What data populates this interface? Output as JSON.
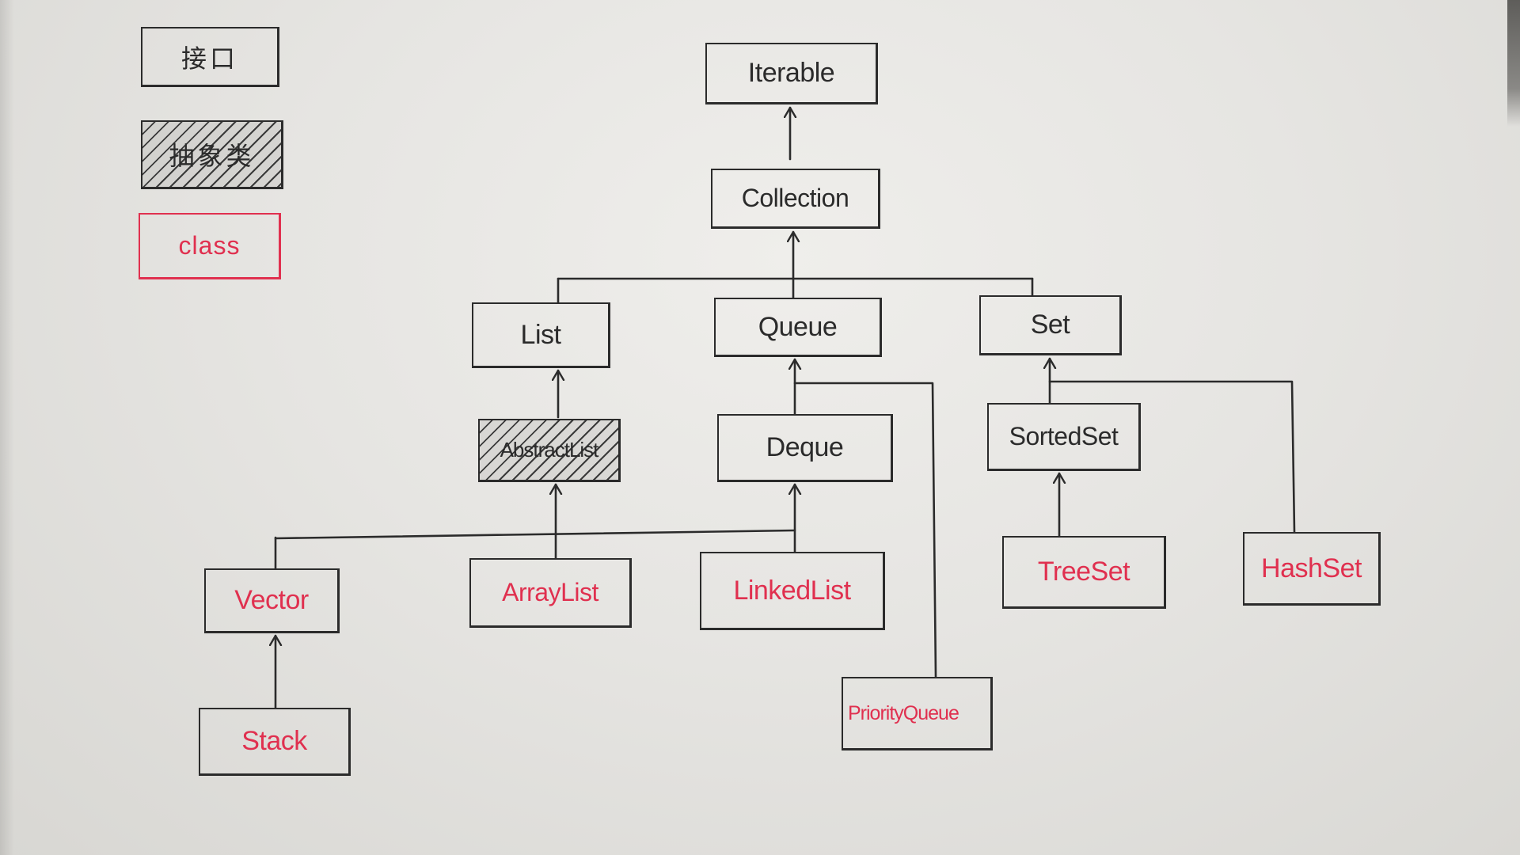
{
  "legend": {
    "interface_label": "接口",
    "abstract_label": "抽象类",
    "class_label": "class"
  },
  "nodes": {
    "iterable": "Iterable",
    "collection": "Collection",
    "list": "List",
    "queue": "Queue",
    "set": "Set",
    "abstract_list": "AbstractList",
    "deque": "Deque",
    "sorted_set": "SortedSet",
    "vector": "Vector",
    "array_list": "ArrayList",
    "linked_list": "LinkedList",
    "tree_set": "TreeSet",
    "hash_set": "HashSet",
    "stack": "Stack",
    "priority_queue": "PriorityQueue"
  },
  "colors": {
    "ink": "#2b2b2b",
    "class_red": "#e0304f",
    "paper": "#e7e6e3"
  }
}
